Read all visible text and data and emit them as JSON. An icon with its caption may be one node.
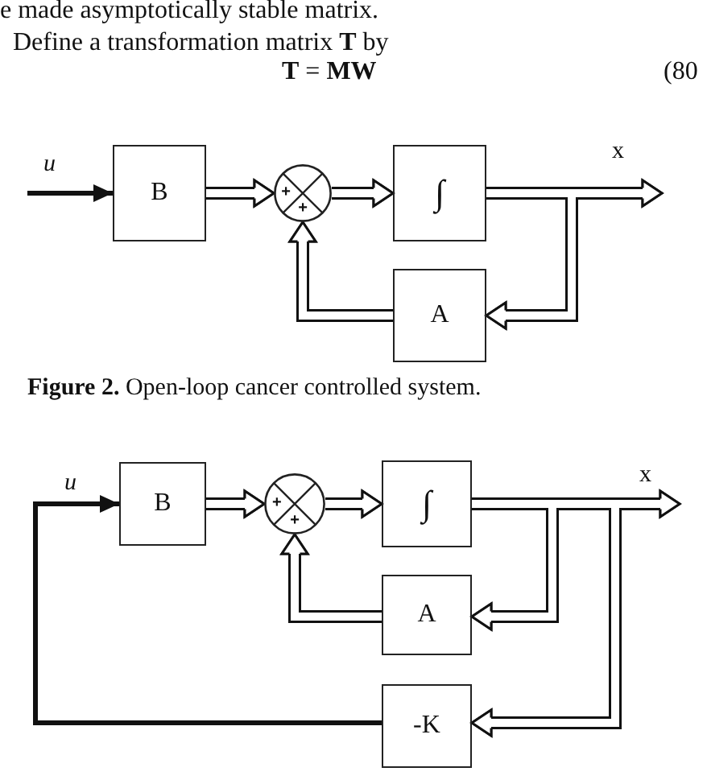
{
  "diagram": {
    "caption": "**Figure 2.** Open-loop cancer controlled system.",
    "nodes": [
      {
        "text": [
          "B"
        ]
      },
      {
        "text": [
          "+",
          "+"
        ]
      },
      {
        "text": [
          "∫"
        ]
      },
      {
        "text": [
          "A"
        ]
      },
      {
        "text": [
          "B"
        ]
      },
      {
        "text": [
          "+",
          "+"
        ]
      },
      {
        "text": [
          "∫"
        ]
      },
      {
        "text": [
          "A"
        ]
      },
      {
        "text": [
          "-K"
        ]
      }
    ],
    "edges": [
      {
        "from": null,
        "to": 0,
        "arrow": "to",
        "label": "u",
        "style": "thick"
      },
      {
        "from": 0,
        "to": 1,
        "arrow": "to"
      },
      {
        "from": 1,
        "to": 2,
        "arrow": "to"
      },
      {
        "from": 2,
        "to": null,
        "arrow": "to",
        "label": "x"
      },
      {
        "from": 2,
        "to": 3,
        "arrow": "to"
      },
      {
        "from": 3,
        "to": 1,
        "arrow": "to"
      },
      {
        "from": 8,
        "to": 4,
        "arrow": "to",
        "label": "u",
        "style": "thick"
      },
      {
        "from": 4,
        "to": 5,
        "arrow": "to"
      },
      {
        "from": 5,
        "to": 6,
        "arrow": "to"
      },
      {
        "from": 6,
        "to": null,
        "arrow": "to",
        "label": "x"
      },
      {
        "from": 6,
        "to": 7,
        "arrow": "to"
      },
      {
        "from": 7,
        "to": 5,
        "arrow": "to"
      },
      {
        "from": 6,
        "to": 8,
        "arrow": "to"
      }
    ],
    "labels": [
      "e made asymptotically stable matrix.",
      "Define a transformation matrix **T** by",
      "**T** = **MW**",
      "(80"
    ]
  }
}
